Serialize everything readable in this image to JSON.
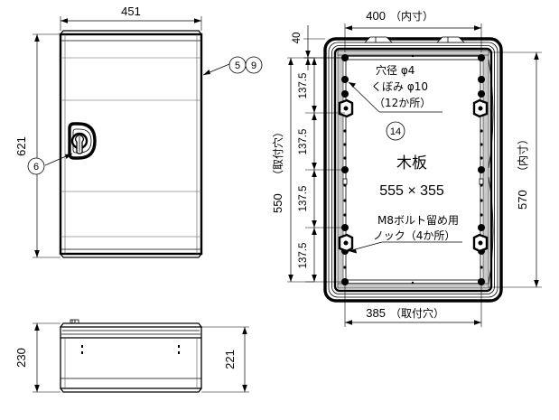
{
  "drawing": {
    "title": "enclosure-technical-drawing",
    "background_color": "#ffffff",
    "line_color": "#000000"
  },
  "front_view": {
    "name": "front-view",
    "width_dim": "451",
    "height_dim": "621",
    "callouts": [
      {
        "id": "balloon-5",
        "label": "5"
      },
      {
        "id": "balloon-9",
        "label": "9"
      },
      {
        "id": "balloon-6",
        "label": "6"
      }
    ]
  },
  "bottom_view": {
    "name": "bottom-view",
    "left_dim": "230",
    "right_dim": "221"
  },
  "interior_view": {
    "name": "interior-view",
    "top_dim": "400",
    "top_dim_note": "（内寸）",
    "top_offset_dim": "40",
    "left_total_dim": "550",
    "left_total_note": "（取付穴）",
    "left_pitch_dims": [
      "137.5",
      "137.5",
      "137.5",
      "137.5"
    ],
    "right_dim": "570",
    "right_dim_note": "（内寸）",
    "bottom_dim": "385",
    "bottom_dim_note": "（取付穴）",
    "notes": {
      "hole_line1": "穴径  φ4",
      "hole_line2": "くぼみ  φ10",
      "hole_line3": "（12か所）",
      "balloon_14": "14",
      "board_label": "木板",
      "board_size": "555 × 355",
      "bolt_note_line1": "M8ボルト留め用",
      "bolt_note_line2": "ノック（4か所）"
    }
  }
}
